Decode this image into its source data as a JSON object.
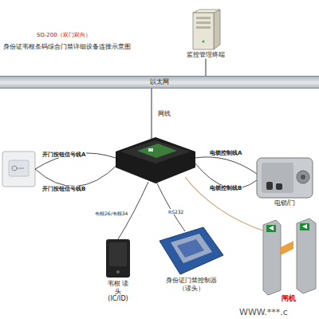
{
  "diagram": {
    "title": "身份证韦根条码综合门禁详细设备连接示意图",
    "nodes": [
      {
        "text": [
          "监控管理终端"
        ]
      },
      {
        "text": [
          "以太网"
        ]
      },
      {
        "text": [
          "电锁/门"
        ]
      },
      {
        "text": [
          "韦根 读头 (IC/ID)"
        ]
      },
      {
        "text": [
          "身份证门禁控制器 （读头）"
        ]
      },
      {
        "text": [
          "闸机"
        ]
      }
    ],
    "edges": [
      {
        "from": 0,
        "to": 1,
        "arrow": "none"
      }
    ],
    "labels": [
      "SD-200（双门双向）",
      "网线",
      "开门按钮信号线A",
      "开门按钮信号线B",
      "电锁控制线A",
      "电锁控制线B",
      "韦根26/韦根34",
      "RS232",
      "WWW.***.c"
    ]
  }
}
